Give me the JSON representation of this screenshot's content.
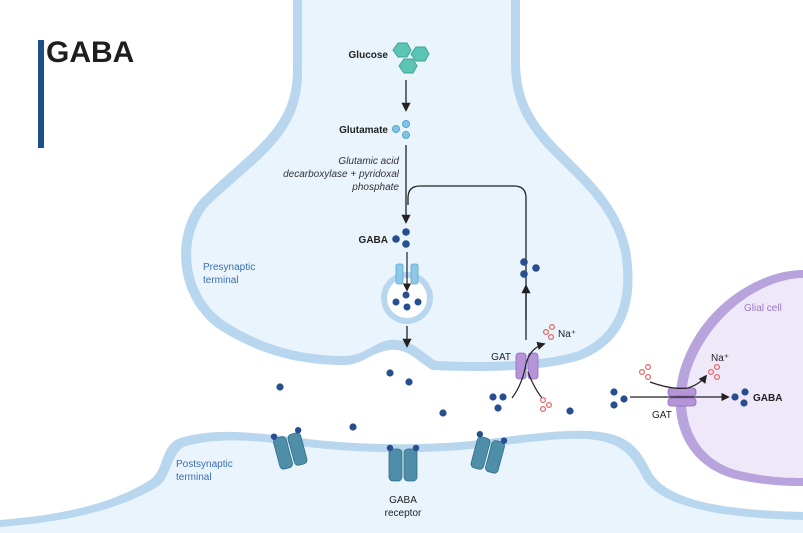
{
  "title": "GABA",
  "labels": {
    "glucose": "Glucose",
    "glutamate": "Glutamate",
    "enzyme_line1": "Glutamic acid",
    "enzyme_line2": "decarboxylase + pyridoxal",
    "enzyme_line3": "phosphate",
    "gaba_presynaptic": "GABA",
    "presynaptic_line1": "Presynaptic",
    "presynaptic_line2": "terminal",
    "gat_neuron": "GAT",
    "na_neuron": "Na⁺",
    "glial_cell": "Glial cell",
    "gat_glial": "GAT",
    "na_glial": "Na⁺",
    "gaba_glial": "GABA",
    "postsynaptic_line1": "Postsynaptic",
    "postsynaptic_line2": "terminal",
    "receptor_line1": "GABA",
    "receptor_line2": "receptor"
  },
  "colors": {
    "title_bar": "#1d4f8c",
    "membrane": "#b9d6ef",
    "membrane_stroke": "#8fb9e0",
    "cytoplasm": "#eaf4fd",
    "glial_fill": "#efe8f8",
    "glial_stroke": "#b9a3dd",
    "glucose": "#5cc4b4",
    "glutamate": "#7ec3e6",
    "gaba": "#274e8f",
    "sodium": "#e36b6b",
    "receptor": "#4f8ea8",
    "gat": "#b594d8",
    "vesicle_channel": "#8ec9ea"
  }
}
